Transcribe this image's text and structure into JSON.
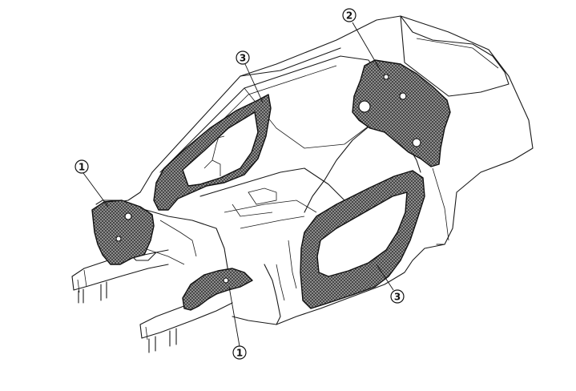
{
  "callouts": [
    {
      "label": "1"
    },
    {
      "label": "1"
    },
    {
      "label": "2"
    },
    {
      "label": "3"
    },
    {
      "label": "3"
    }
  ]
}
